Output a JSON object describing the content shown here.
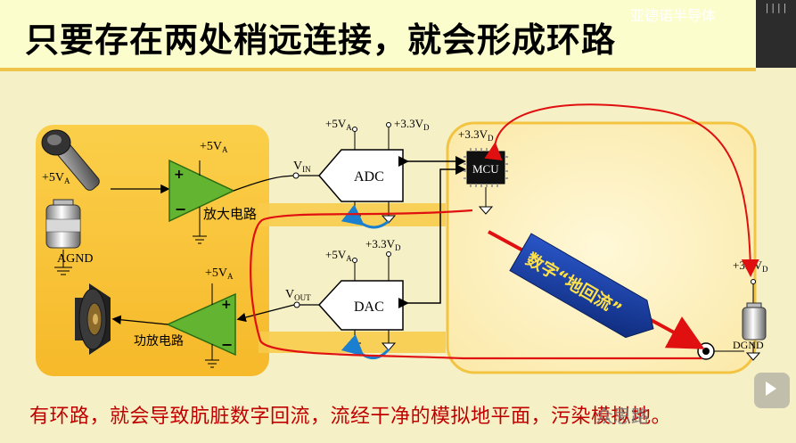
{
  "title": "只要存在两处稍远连接，就会形成环路",
  "watermark": "亚德诺半导体",
  "caption": "有环路，就会导致肮脏数字回流，流经干净的模拟地平面，污染模拟地。",
  "source_mark": "众思路",
  "diagram": {
    "amp_supply": "+5V",
    "amp_supply_sub": "A",
    "mic_supply": "+5V",
    "mic_supply_sub": "A",
    "agnd_label": "AGND",
    "amp_label": "放大电路",
    "vin_label": "V",
    "vin_sub": "IN",
    "adc_label": "ADC",
    "adc_supply_a": "+5V",
    "adc_supply_a_sub": "A",
    "adc_supply_d": "+3.3V",
    "adc_supply_d_sub": "D",
    "dac_label": "DAC",
    "dac_supply_a": "+5V",
    "dac_supply_a_sub": "A",
    "dac_supply_d": "+3.3V",
    "dac_supply_d_sub": "D",
    "vout_label": "V",
    "vout_sub": "OUT",
    "power_amp_label": "功放电路",
    "power_amp_supply": "+5V",
    "power_amp_supply_sub": "A",
    "mcu_label": "MCU",
    "mcu_supply": "+3.3V",
    "mcu_supply_sub": "D",
    "dgnd_supply": "+3.3V",
    "dgnd_supply_sub": "D",
    "dgnd_label": "DGND",
    "return_flow_label": "数字“地回流”"
  },
  "colors": {
    "analog_zone": "#f8c23a",
    "digital_zone": "#fcefb8",
    "loop_red": "#e01010",
    "return_blue": "#1b3c9a",
    "amp_green": "#66bb33"
  }
}
